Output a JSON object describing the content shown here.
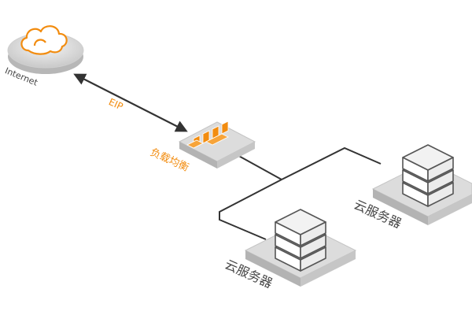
{
  "diagram": {
    "internet": {
      "label": "Internet",
      "icon": "cloud-icon"
    },
    "eip": {
      "label": "EIP"
    },
    "load_balancer": {
      "label": "负载均衡",
      "icon": "load-balancer-icon"
    },
    "servers": [
      {
        "label": "云服务器",
        "icon": "server-stack-icon"
      },
      {
        "label": "云服务器",
        "icon": "server-stack-icon"
      }
    ]
  },
  "colors": {
    "accent": "#f28c0f",
    "line": "#333333",
    "platform_top": "#dcdcdc",
    "platform_side": "#bdbdbd",
    "text": "#444444"
  }
}
